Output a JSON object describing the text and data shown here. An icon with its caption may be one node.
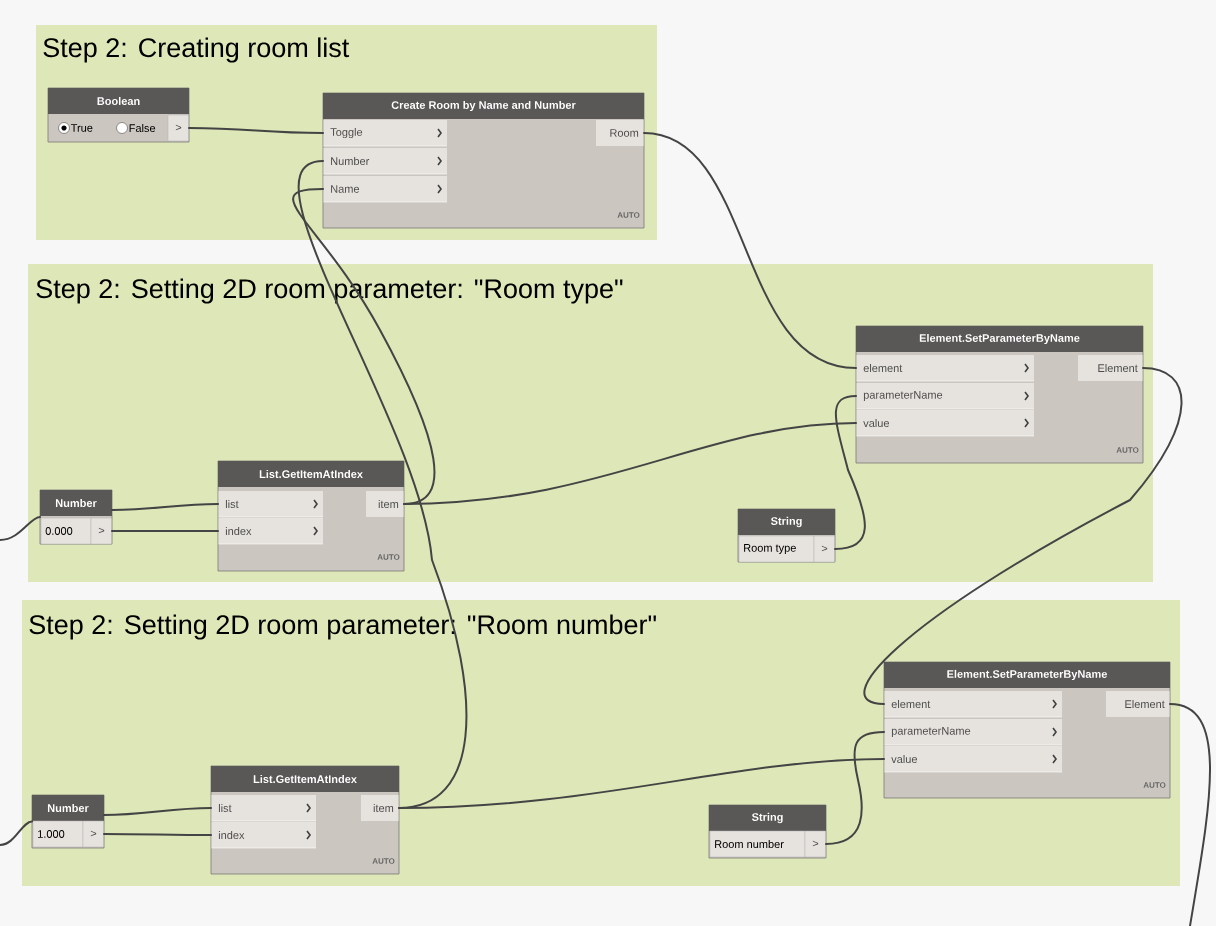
{
  "diagram": {
    "nodes": [
      {
        "text": [
          "Step 2: Creating room list"
        ]
      },
      {
        "text": [
          "Boolean",
          "True",
          "False",
          ">"
        ],
        "in": 0
      },
      {
        "text": [
          "Create Room by Name and Number",
          "Toggle",
          "Number",
          "Name",
          "Room",
          "AUTO"
        ],
        "in": 0
      },
      {
        "text": [
          "Step 2: Setting 2D room parameter: \"Room type\""
        ]
      },
      {
        "text": [
          "Number",
          "0.000",
          ">"
        ],
        "in": 3
      },
      {
        "text": [
          "List.GetItemAtIndex",
          "list",
          "index",
          "item",
          "AUTO"
        ],
        "in": 3
      },
      {
        "text": [
          "String",
          "Room type",
          ">"
        ],
        "in": 3
      },
      {
        "text": [
          "Element.SetParameterByName",
          "element",
          "parameterName",
          "value",
          "Element",
          "AUTO"
        ],
        "in": 3
      },
      {
        "text": [
          "Step 2: Setting 2D room parameter: \"Room number\""
        ]
      },
      {
        "text": [
          "Number",
          "1.000",
          ">"
        ],
        "in": 8
      },
      {
        "text": [
          "List.GetItemAtIndex",
          "list",
          "index",
          "item",
          "AUTO"
        ],
        "in": 8
      },
      {
        "text": [
          "String",
          "Room number",
          ">"
        ],
        "in": 8
      },
      {
        "text": [
          "Element.SetParameterByName",
          "element",
          "parameterName",
          "value",
          "Element",
          "AUTO"
        ],
        "in": 8
      }
    ],
    "edges": [
      {
        "from": 1,
        "to": 2,
        "arrow": "none"
      },
      {
        "from": 10,
        "to": 2,
        "arrow": "none"
      },
      {
        "from": 5,
        "to": 2,
        "arrow": "none"
      },
      {
        "from": 2,
        "to": 7,
        "arrow": "none"
      },
      {
        "from": null,
        "to": 4,
        "arrow": "none"
      },
      {
        "from": 4,
        "to": 5,
        "arrow": "none"
      },
      {
        "from": 4,
        "to": 5,
        "arrow": "none"
      },
      {
        "from": 5,
        "to": 7,
        "arrow": "none"
      },
      {
        "from": 6,
        "to": 7,
        "arrow": "none"
      },
      {
        "from": 7,
        "to": 12,
        "arrow": "none"
      },
      {
        "from": null,
        "to": 9,
        "arrow": "none"
      },
      {
        "from": 9,
        "to": 10,
        "arrow": "none"
      },
      {
        "from": 9,
        "to": 10,
        "arrow": "none"
      },
      {
        "from": 10,
        "to": 12,
        "arrow": "none"
      },
      {
        "from": 11,
        "to": 12,
        "arrow": "none"
      },
      {
        "from": 12,
        "to": null,
        "arrow": "none"
      }
    ]
  }
}
